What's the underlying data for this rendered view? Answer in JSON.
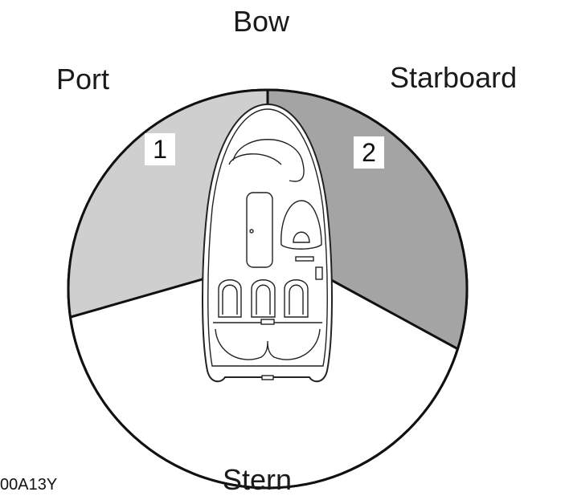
{
  "labels": {
    "bow": "Bow",
    "port": "Port",
    "starboard": "Starboard",
    "stern": "Stern"
  },
  "sectors": [
    {
      "number": "1",
      "side": "Port",
      "color": "#cfcfcf"
    },
    {
      "number": "2",
      "side": "Starboard",
      "color": "#a4a4a4"
    }
  ],
  "figure_code": "00A13Y"
}
